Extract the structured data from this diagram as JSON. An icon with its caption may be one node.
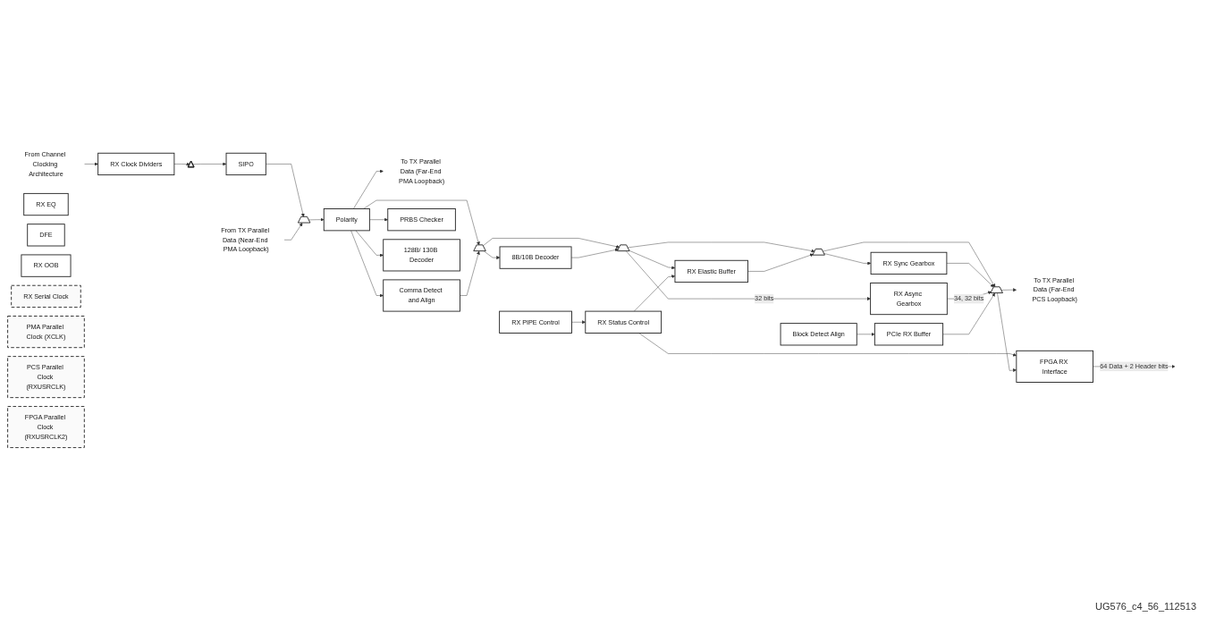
{
  "diagram": {
    "nodes": [
      {
        "text": [
          "From Channel Clocking Architecture"
        ]
      },
      {
        "text": [
          "From TX Parallel Data (Near-End PMA Loopback)"
        ]
      },
      {
        "text": [
          "To TX Parallel Data (Far-End PMA Loopback)"
        ]
      },
      {
        "text": [
          "To TX Parallel Data (Far-End PCS Loopback)"
        ]
      },
      {
        "text": [
          "RX Clock Dividers"
        ]
      },
      {
        "text": [
          "RX EQ"
        ]
      },
      {
        "text": [
          "DFE"
        ]
      },
      {
        "text": [
          "RX OOB"
        ]
      },
      {
        "text": [],
        "shape": "triangle"
      },
      {
        "text": [
          "SIPO"
        ]
      },
      {
        "text": [],
        "shape": "trapezoid"
      },
      {
        "text": [
          "Polarity"
        ]
      },
      {
        "text": [
          "Comma Detect and Align"
        ]
      },
      {
        "text": [],
        "shape": "trapezoid"
      },
      {
        "text": [
          "PRBS Checker"
        ]
      },
      {
        "text": [
          "8B/10B Decoder"
        ]
      },
      {
        "text": [],
        "shape": "trapezoid"
      },
      {
        "text": [
          "RX PIPE Control"
        ]
      },
      {
        "text": [
          "RX Status Control"
        ]
      },
      {
        "text": [
          "RX Elastic Buffer"
        ]
      },
      {
        "text": [],
        "shape": "trapezoid"
      },
      {
        "text": [
          "RX Sync Gearbox"
        ]
      },
      {
        "text": [
          "RX Async Gearbox"
        ]
      },
      {
        "text": [
          "128B/ 130B Decoder"
        ]
      },
      {
        "text": [
          "Block Detect Align"
        ]
      },
      {
        "text": [
          "PCIe RX Buffer"
        ]
      },
      {
        "text": [],
        "shape": "trapezoid"
      },
      {
        "text": [
          "FPGA RX Interface"
        ]
      },
      {
        "text": [
          "RX Serial Clock"
        ]
      },
      {
        "text": [
          "PMA Parallel Clock (XCLK)"
        ]
      },
      {
        "text": [
          "PCS Parallel Clock (RXUSRCLK)"
        ]
      },
      {
        "text": [
          "FPGA Parallel Clock (RXUSRCLK2)"
        ]
      }
    ],
    "edges": [
      {
        "from": 0,
        "to": 4,
        "arrow": "to"
      },
      {
        "from": 4,
        "to": 8,
        "arrow": "to"
      },
      {
        "from": 8,
        "to": 9,
        "arrow": "to"
      },
      {
        "from": 9,
        "to": 10,
        "arrow": "to"
      },
      {
        "from": 1,
        "to": 10,
        "arrow": "to"
      },
      {
        "from": 10,
        "to": 11,
        "arrow": "to"
      },
      {
        "from": 11,
        "to": 12,
        "arrow": "to"
      },
      {
        "from": 11,
        "to": 2,
        "arrow": "to"
      },
      {
        "from": 11,
        "to": 14,
        "arrow": "to"
      },
      {
        "from": 11,
        "to": 13,
        "arrow": "to"
      },
      {
        "from": 11,
        "to": 23,
        "arrow": "to"
      },
      {
        "from": 12,
        "to": 13,
        "arrow": "to"
      },
      {
        "from": 13,
        "to": 15,
        "arrow": "to"
      },
      {
        "from": 13,
        "to": 16,
        "arrow": "to"
      },
      {
        "from": 15,
        "to": 16,
        "arrow": "to"
      },
      {
        "from": 16,
        "to": 19,
        "arrow": "to"
      },
      {
        "from": 16,
        "to": 20,
        "arrow": "to"
      },
      {
        "from": 16,
        "to": 22,
        "arrow": "to",
        "label": "32 bits"
      },
      {
        "from": 17,
        "to": 18,
        "arrow": "to"
      },
      {
        "from": 18,
        "to": 19,
        "arrow": "to"
      },
      {
        "from": 18,
        "to": 27,
        "arrow": "to"
      },
      {
        "from": 19,
        "to": 20,
        "arrow": "to"
      },
      {
        "from": 20,
        "to": 21,
        "arrow": "to"
      },
      {
        "from": 20,
        "to": 26,
        "arrow": "to"
      },
      {
        "from": 21,
        "to": 26,
        "arrow": "to"
      },
      {
        "from": 22,
        "to": 26,
        "arrow": "to",
        "label": "34, 32 bits"
      },
      {
        "from": 24,
        "to": 25,
        "arrow": "to"
      },
      {
        "from": 25,
        "to": 26,
        "arrow": "to"
      },
      {
        "from": 26,
        "to": 27,
        "arrow": "to"
      },
      {
        "from": 26,
        "to": 3,
        "arrow": "to"
      },
      {
        "from": 27,
        "to": null,
        "arrow": "to",
        "label": "64 Data + 2 Header bits"
      }
    ],
    "labels": [
      "UG576_c4_56_112513"
    ]
  }
}
